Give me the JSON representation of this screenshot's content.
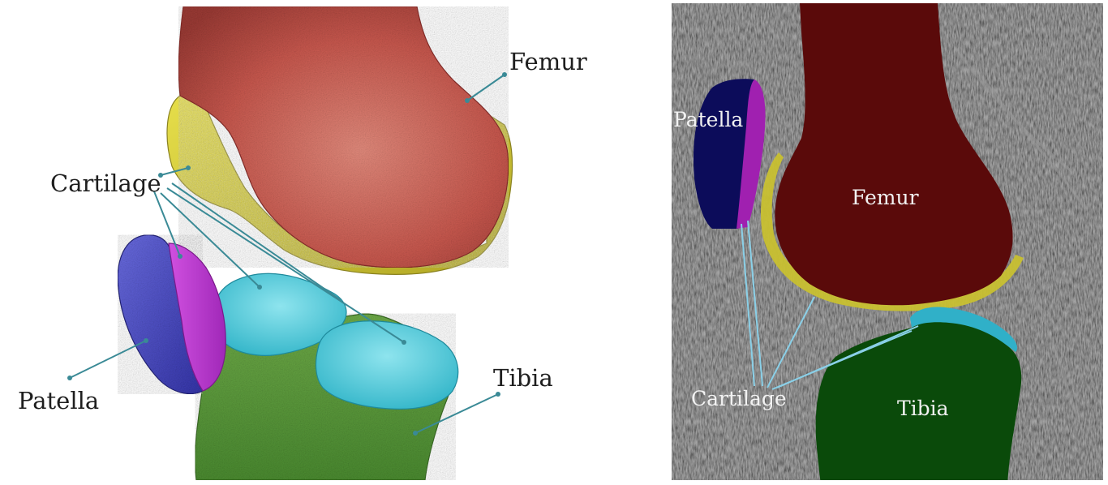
{
  "left_panel": {
    "labels": {
      "femur": "Femur",
      "cartilage": "Cartilage",
      "patella": "Patella",
      "tibia": "Tibia"
    }
  },
  "right_panel": {
    "labels": {
      "patella": "Patella",
      "femur": "Femur",
      "cartilage": "Cartilage",
      "tibia": "Tibia"
    }
  },
  "colors": {
    "femur_3d": "#c8584e",
    "cartilage_3d": "#d8d036",
    "patella_3d": "#4a4cc8",
    "patella_cartilage_3d": "#c03ad0",
    "tibia_3d": "#5c9a3c",
    "tibial_cartilage_3d": "#38c4d4",
    "leader_line_3d": "#3a8a96",
    "mri_background": "#6a6a6a",
    "femur_mri": "#5a0a0a",
    "cartilage_mri": "#c8c030",
    "patella_mri": "#0c0c5a",
    "patella_cartilage_mri": "#a020b0",
    "tibia_mri": "#0a4a0a",
    "tibial_cartilage_mri": "#30b0c8",
    "leader_line_mri": "#8ad0e8"
  }
}
